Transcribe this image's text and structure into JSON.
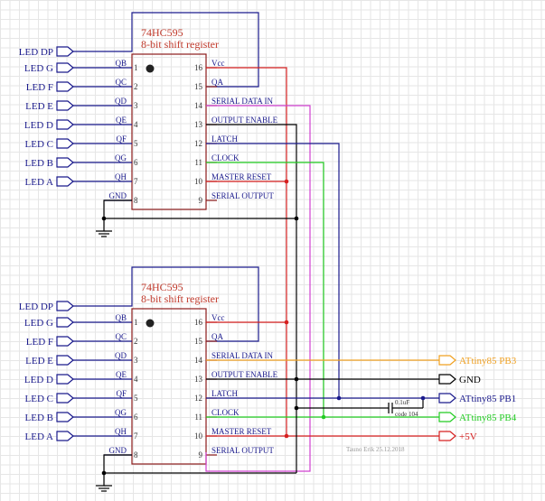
{
  "chips": [
    {
      "name": "74HC595",
      "desc": "8-bit shift register",
      "left_pins": [
        {
          "num": "1",
          "name": "QB",
          "led": "LED G"
        },
        {
          "num": "2",
          "name": "QC",
          "led": "LED F"
        },
        {
          "num": "3",
          "name": "QD",
          "led": "LED E"
        },
        {
          "num": "4",
          "name": "QE",
          "led": "LED D"
        },
        {
          "num": "5",
          "name": "QF",
          "led": "LED C"
        },
        {
          "num": "6",
          "name": "QG",
          "led": "LED B"
        },
        {
          "num": "7",
          "name": "QH",
          "led": "LED A"
        },
        {
          "num": "8",
          "name": "GND"
        }
      ],
      "right_pins": [
        {
          "num": "16",
          "name": "Vcc"
        },
        {
          "num": "15",
          "name": "QA"
        },
        {
          "num": "14",
          "name": "SERIAL DATA IN"
        },
        {
          "num": "13",
          "name": "OUTPUT ENABLE"
        },
        {
          "num": "12",
          "name": "LATCH"
        },
        {
          "num": "11",
          "name": "CLOCK"
        },
        {
          "num": "10",
          "name": "MASTER RESET"
        },
        {
          "num": "9",
          "name": "SERIAL OUTPUT"
        }
      ],
      "led_dp": "LED DP"
    },
    {
      "name": "74HC595",
      "desc": "8-bit shift register",
      "left_pins": [
        {
          "num": "1",
          "name": "QB",
          "led": "LED G"
        },
        {
          "num": "2",
          "name": "QC",
          "led": "LED F"
        },
        {
          "num": "3",
          "name": "QD",
          "led": "LED E"
        },
        {
          "num": "4",
          "name": "QE",
          "led": "LED D"
        },
        {
          "num": "5",
          "name": "QF",
          "led": "LED C"
        },
        {
          "num": "6",
          "name": "QG",
          "led": "LED B"
        },
        {
          "num": "7",
          "name": "QH",
          "led": "LED A"
        },
        {
          "num": "8",
          "name": "GND"
        }
      ],
      "right_pins": [
        {
          "num": "16",
          "name": "Vcc"
        },
        {
          "num": "15",
          "name": "QA"
        },
        {
          "num": "14",
          "name": "SERIAL DATA IN"
        },
        {
          "num": "13",
          "name": "OUTPUT ENABLE"
        },
        {
          "num": "12",
          "name": "LATCH"
        },
        {
          "num": "11",
          "name": "CLOCK"
        },
        {
          "num": "10",
          "name": "MASTER RESET"
        },
        {
          "num": "9",
          "name": "SERIAL OUTPUT"
        }
      ],
      "led_dp": "LED DP"
    }
  ],
  "ports": [
    {
      "key": "pb3",
      "label": "ATtiny85 PB3",
      "color": "#f0a020"
    },
    {
      "key": "gnd",
      "label": "GND",
      "color": "#000000"
    },
    {
      "key": "pb1",
      "label": "ATtiny85 PB1",
      "color": "#1a1a8c"
    },
    {
      "key": "pb4",
      "label": "ATtiny85 PB4",
      "color": "#22cc22"
    },
    {
      "key": "vcc",
      "label": "+5V",
      "color": "#d62020"
    }
  ],
  "capacitor": {
    "value": "0.1uF",
    "code": "code 104"
  },
  "author": "Tauno Erik 25.12.2018",
  "colors": {
    "wire_blue": "#1a1a8c",
    "wire_red": "#d62020",
    "wire_black": "#000000",
    "wire_magenta": "#d040d0",
    "wire_green": "#22cc22",
    "wire_orange": "#f0a020",
    "chip_body": "#8b1a1a",
    "chip_text": "#c0392b"
  }
}
